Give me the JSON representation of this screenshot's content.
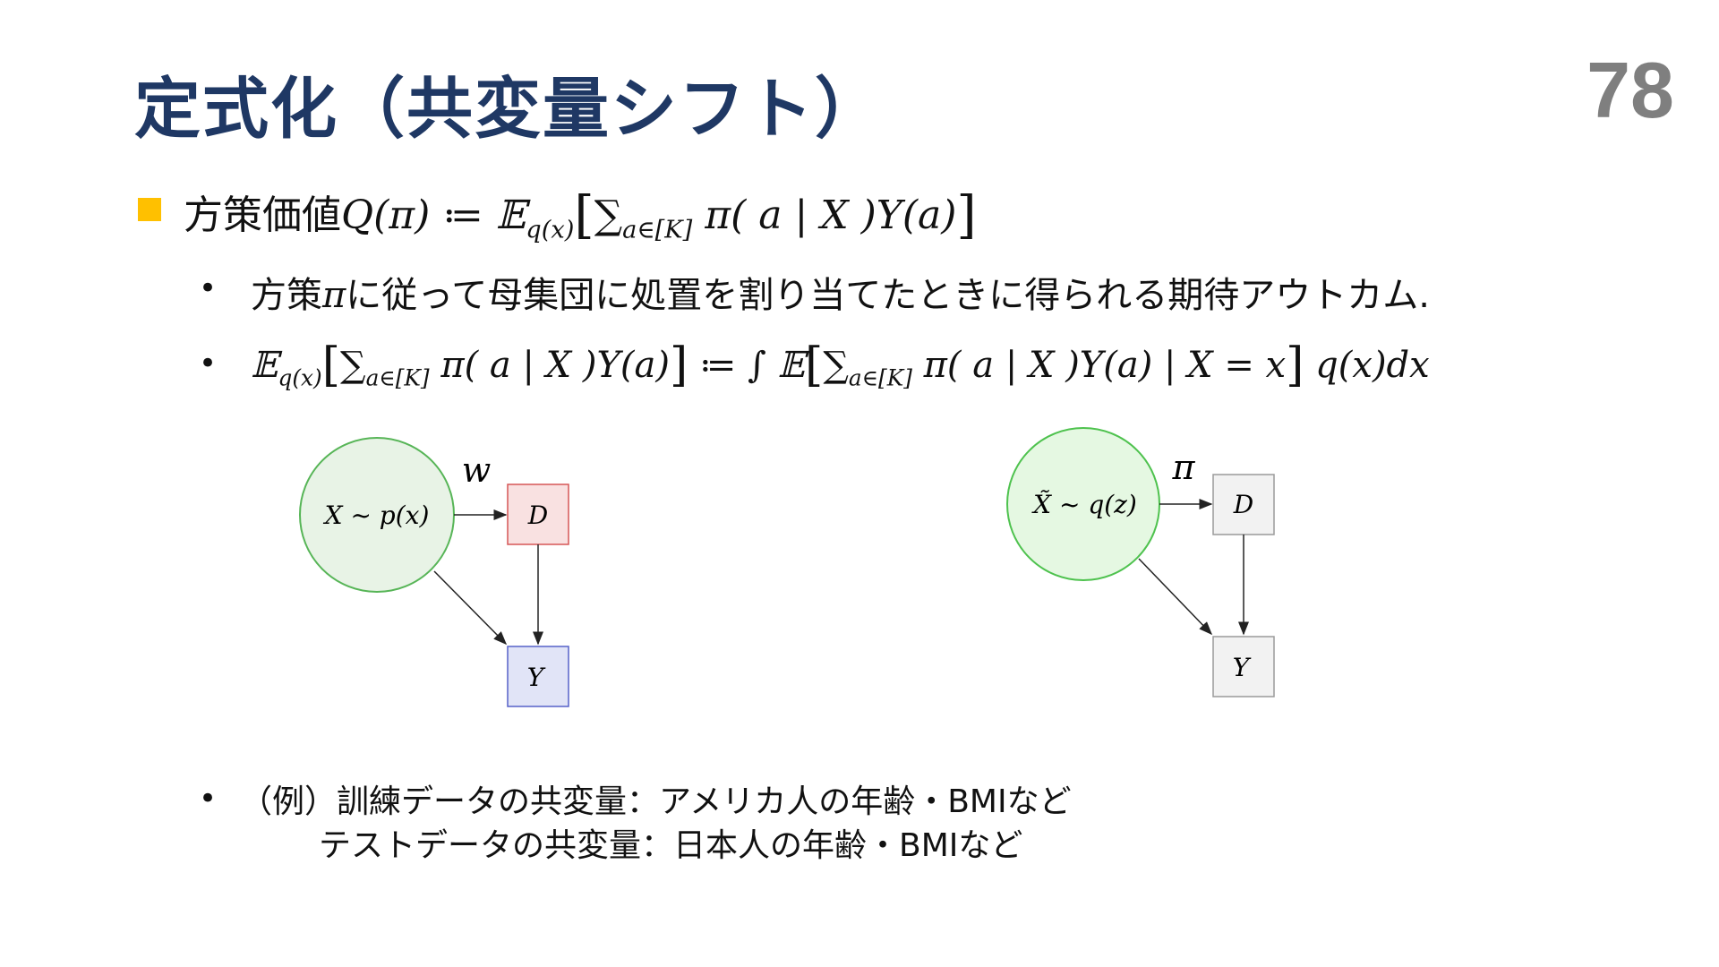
{
  "slide": {
    "title": "定式化（共変量シフト）",
    "page_number": "78"
  },
  "bullet1": {
    "label": "方策価値",
    "formula_lhs": "Q(π) ≔ 𝔼",
    "formula_sub": "q(x)",
    "sum_sub": "a∈[K]",
    "formula_rhs": "π( a | X )Y(a)"
  },
  "bullet2": {
    "prefix": "方策",
    "pi": "π",
    "text": "に従って母集団に処置を割り当てたときに得られる期待アウトカム."
  },
  "bullet3": {
    "e_left": "𝔼",
    "sub_left": "q(x)",
    "sum_sub": "a∈[K]",
    "inner_left": "π( a | X )Y(a)",
    "assign": "≔ ∫ 𝔼",
    "inner_right": "π( a | X )Y(a) | X = x",
    "tail": "q(x)dx"
  },
  "diagram_left": {
    "circle_label": "X  ~  p(x)",
    "edge_label": "w",
    "d_label": "D",
    "y_label": "Y",
    "colors": {
      "circle_fill": "#e8f3e6",
      "circle_stroke": "#57b557",
      "d_fill": "#f9e1e1",
      "d_stroke": "#d65656",
      "y_fill": "#e1e4f7",
      "y_stroke": "#5661c9"
    }
  },
  "diagram_right": {
    "circle_label": "X̃ ~  q(z)",
    "edge_label": "π",
    "d_label": "D",
    "y_label": "Y",
    "colors": {
      "circle_fill": "#e5f8e2",
      "circle_stroke": "#4ec24e",
      "box_fill": "#f2f2f2",
      "box_stroke": "#9a9a9a"
    }
  },
  "example": {
    "line1": "（例）訓練データの共変量：アメリカ人の年齢・BMIなど",
    "line2": "テストデータの共変量：日本人の年齢・BMIなど"
  },
  "colors": {
    "title": "#1f3864",
    "page_number": "#7f7f7f",
    "bullet_square": "#ffc000"
  }
}
